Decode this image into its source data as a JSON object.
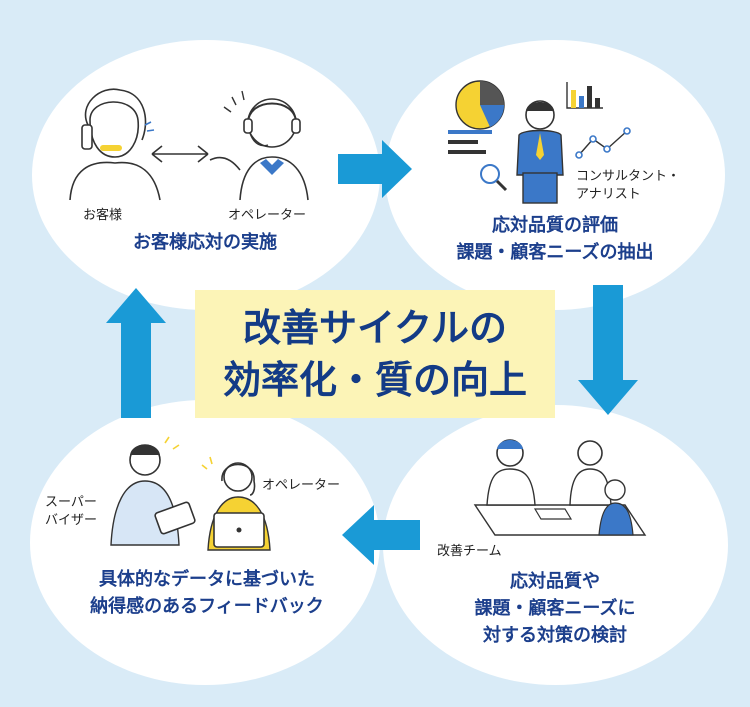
{
  "center": {
    "line1": "改善サイクルの",
    "line2": "効率化・質の向上"
  },
  "steps": [
    {
      "label_lines": [
        "お客様応対の実施"
      ],
      "people": [
        "お客様",
        "オペレーター"
      ]
    },
    {
      "label_lines": [
        "応対品質の評価",
        "課題・顧客ニーズの抽出"
      ],
      "people": [
        "コンサルタント・",
        "アナリスト"
      ]
    },
    {
      "label_lines": [
        "応対品質や",
        "課題・顧客ニーズに",
        "対する対策の検討"
      ],
      "people": [
        "改善チーム"
      ]
    },
    {
      "label_lines": [
        "具体的なデータに基づいた",
        "納得感のあるフィードバック"
      ],
      "people": [
        "スーパー",
        "バイザー",
        "オペレーター"
      ]
    }
  ],
  "colors": {
    "background": "#d9ebf7",
    "arrow": "#1a9ad6",
    "text": "#1c3f8c",
    "highlight": "#fcf4b7",
    "accent_yellow": "#f5d233",
    "accent_blue": "#3b78c8"
  }
}
